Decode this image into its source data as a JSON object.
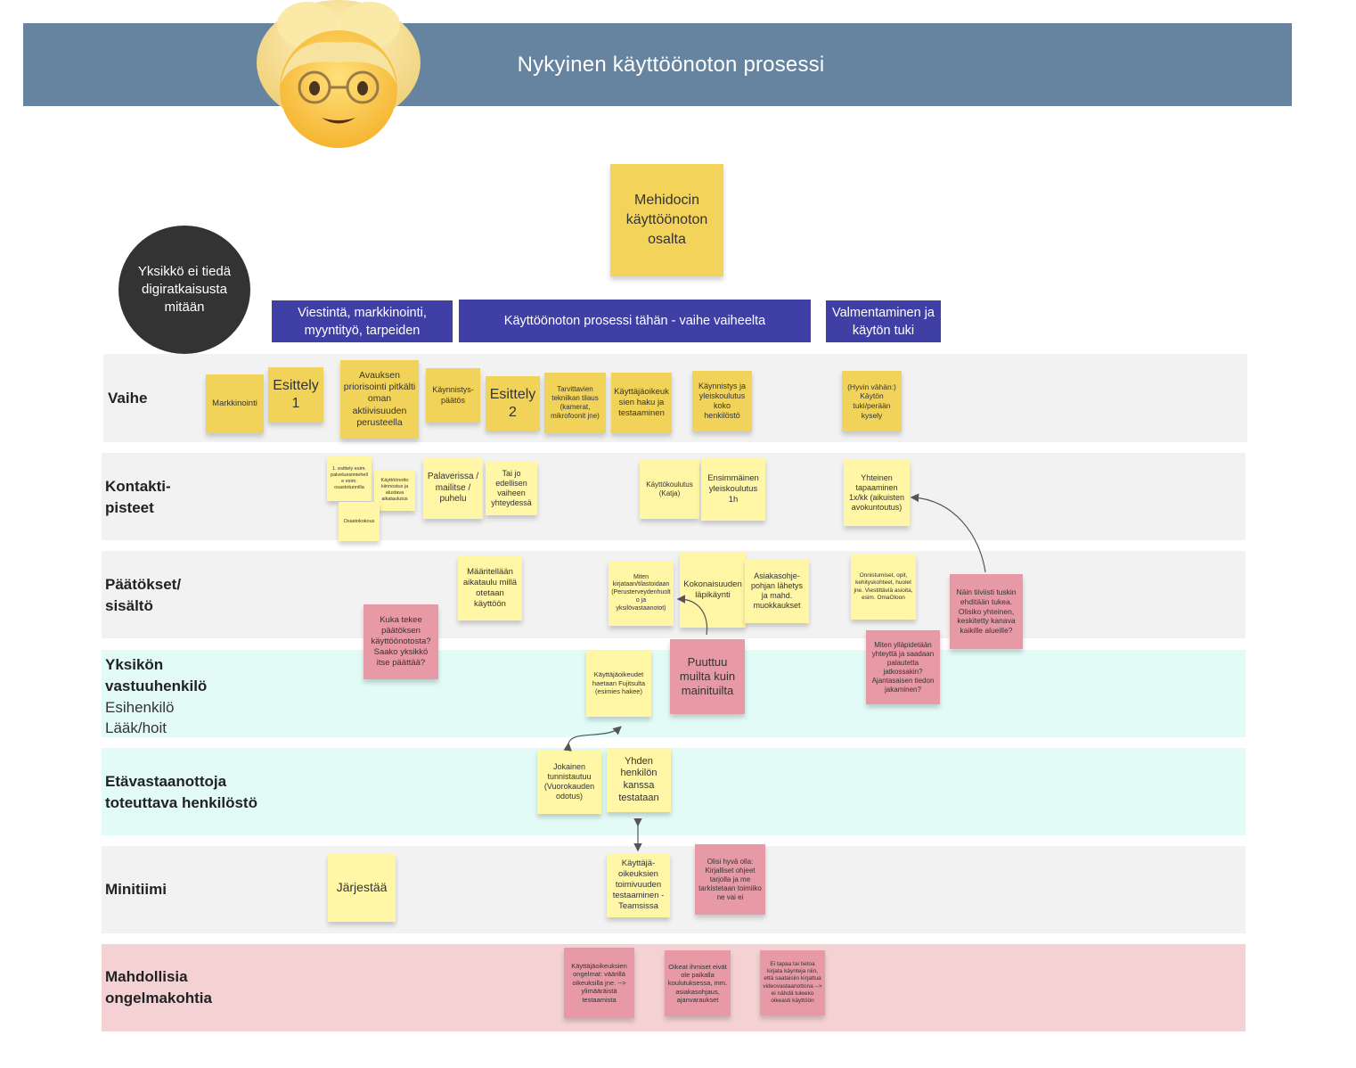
{
  "header": {
    "title": "Nykyinen käyttöönoton prosessi"
  },
  "icons": {
    "avatar": "older-woman-emoji-icon"
  },
  "circle_note": "Yksikkö ei tiedä digiratkaisusta mitään",
  "center_note": "Mehidocin käyttöönoton osalta",
  "phases": [
    "Viestintä, markkinointi, myyntityö, tarpeiden",
    "Käyttöönoton prosessi tähän - vaihe vaiheelta",
    "Valmentaminen ja käytön tuki"
  ],
  "lanes": {
    "vaihe": "Vaihe",
    "kontakti_1": "Kontakti-",
    "kontakti_2": "pisteet",
    "paatokset_1": "Päätökset/",
    "paatokset_2": "sisältö",
    "yksikon_1": "Yksikön",
    "yksikon_2": "vastuuhenkilö",
    "yksikon_3": "Esihenkilö",
    "yksikon_4": "Lääk/hoit",
    "eta_1": "Etävastaanottoja",
    "eta_2": "toteuttava henkilöstö",
    "minitiimi": "Minitiimi",
    "ongelma_1": "Mahdollisia",
    "ongelma_2": "ongelmakohtia"
  },
  "notes": {
    "markkinointi": "Markkinointi",
    "esittely1": "Esittely 1",
    "avauksen": "Avauksen priorisointi pitkälti oman aktiivisuuden perusteella",
    "kaynnistyspaatos": "Käynnistys-päätös",
    "esittely2": "Esittely 2",
    "tarvittavien": "Tarvittavien tekniikan tilaus (kamerat, mikrofoonit jne)",
    "kayttajaoike": "Käyttäjäoikeuksien haku ja testaaminen",
    "kaynnistys_yleis": "Käynnistys ja yleiskoulutus koko henkilöstö",
    "hyvin_vahan": "(Hyvin vähän:) Käytön tuki/perään kysely",
    "esittely_palvelu": "1. esittely esim. palveluesimiehelle esim. osastotunnilla",
    "kayttoonotto_kiinnostus": "Käyttöönotto kiinnostus ja alustava aikataulutus",
    "osastokokous": "Osastokokous",
    "palaverissa": "Palaverissa / mailitse / puhelu",
    "tai_jo": "Tai jo edellisen vaiheen yhteydessä",
    "kayttokoulutus": "Käyttökoulutus (Katja)",
    "ensimmainen": "Ensimmäinen yleiskoulutus 1h",
    "yhteinen": "Yhteinen tapaaminen 1x/kk (aikuisten avokuntoutus)",
    "maaritellaan": "Määritellään aikataulu millä otetaan käyttöön",
    "miten_kirjataan": "Miten kirjataan/tilastoidaan (Perusterveydenhuolto ja yksilövastaanotot)",
    "kokonaisuuden": "Kokonaisuuden läpikäynti",
    "asiakasohje": "Asiakasohje-pohjan lähetys ja mahd. muokkaukset",
    "onnistumiset": "Onnistumiset, opit, kehityskohteet, huolet jne. Viestittäviä asioita, esim. OmaOloon",
    "nain_tiiviisti": "Näin tiiviisti tuskin ehditään tukea. Olisiko yhteinen, keskitetty kanava kaikille alueille?",
    "kuka_tekee": "Kuka tekee päätöksen käyttöönotosta? Saako yksikkö itse päättää?",
    "kayttajaoikeudet_haetaan": "Käyttäjäoikeudet haetaan Fujitsulta (esimies hakee)",
    "puuttuu": "Puuttuu muilta kuin mainituilta",
    "miten_yllapidetaan": "Miten ylläpidetään yhteyttä ja saadaan palautetta jatkossakin? Ajantasaisen tiedon jakaminen?",
    "jokainen": "Jokainen tunnistautuu (Vuorokauden odotus)",
    "yhden_henkilon": "Yhden henkilön kanssa testataan",
    "jarjestaa": "Järjestää",
    "kayttaja_oikeuksien": "Käyttäjä-oikeuksien toimivuuden testaaminen - Teamsissa",
    "olisi_hyva": "Olisi hyvä olla: Kirjalliset ohjeet tarjolla ja me tarkistetaan toimiiko ne vai ei",
    "kayttajaoikeuksien_ongelmat": "Käyttäjäoikeuksien ongelmat: väärillä oikeuksilla jne. --> ylimääräistä testaamista",
    "oikeat_ihmiset": "Oikeat ihmiset eivät ole paikalla koulutuksessa, mm. asiakasohjaus, ajanvaraukset",
    "ei_tapaa": "Ei tapaa tai tietoa kirjata käynteja niin, että saataisiin kirjattua videovastaanottona --> ei nähdä tuleeko oikeasti käyttöön"
  }
}
